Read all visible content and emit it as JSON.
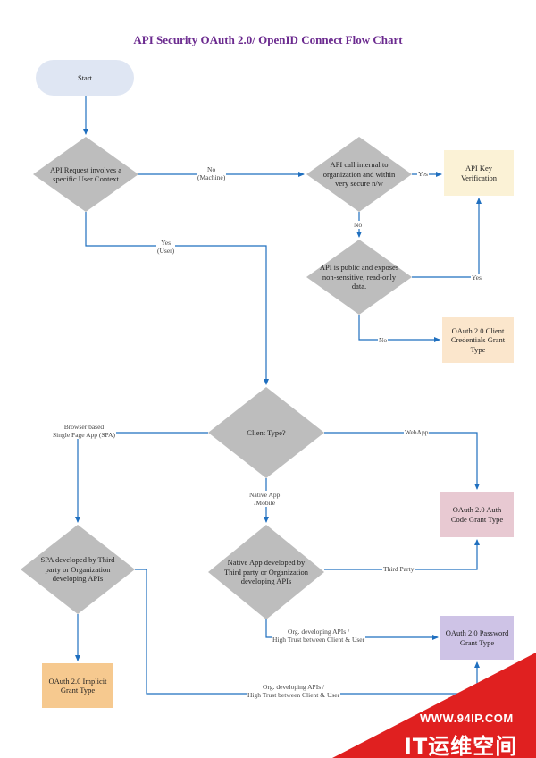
{
  "title": "API Security OAuth 2.0/ OpenID Connect Flow Chart",
  "colors": {
    "title": "#6b2a8f",
    "start": "#dfe6f3",
    "decision": "#bdbdbd",
    "api_key": "#fbf2d6",
    "client_credentials": "#fbe6cc",
    "auth_code": "#e8c9d2",
    "password": "#cec3e6",
    "implicit": "#f6c98f",
    "arrow": "#1f6fbf",
    "watermark": "#e02020"
  },
  "nodes": {
    "start": "Start",
    "d_user_context": "API Request involves a specific User Context",
    "d_internal": "API call internal to organization and within very secure n/w",
    "d_public": "API is public and exposes non-sensitive, read-only data.",
    "d_client_type": "Client Type?",
    "d_spa": "SPA developed by Third party or Organization developing APIs",
    "d_native": "Native App developed by Third party or Organization developing APIs",
    "api_key": "API Key Verification",
    "client_credentials": "OAuth 2.0 Client Credentials Grant Type",
    "auth_code": "OAuth 2.0 Auth Code Grant Type",
    "password": "OAuth 2.0 Password Grant Type",
    "implicit": "OAuth 2.0 Implicit Grant Type"
  },
  "edge_labels": {
    "no_machine": "No\n(Machine)",
    "yes_user": "Yes\n(User)",
    "internal_yes": "Yes",
    "internal_no": "No",
    "public_yes": "Yes",
    "public_no": "No",
    "spa": "Browser based\nSingle Page App (SPA)",
    "webapp": "WebApp",
    "native": "Native App\n/Mobile",
    "third_party": "Third Party",
    "native_org": "Org. developing APIs /\nHigh Trust between Client & User",
    "spa_org": "Org. developing APIs /\nHigh Trust between Client & User"
  },
  "watermark": {
    "url": "WWW.94IP.COM",
    "brand": "IT运维空间"
  }
}
